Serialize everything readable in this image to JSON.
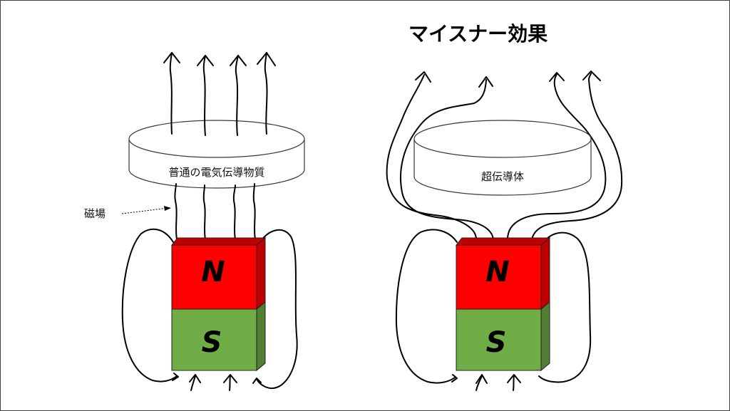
{
  "title": "マイスナー効果",
  "left": {
    "material_label": "普通の電気伝導物質",
    "field_label": "磁場",
    "magnet_north": "N",
    "magnet_south": "S"
  },
  "right": {
    "material_label": "超伝導体",
    "magnet_north": "N",
    "magnet_south": "S"
  },
  "colors": {
    "north_front": "#ff0000",
    "north_side": "#c00000",
    "south_front": "#70ad47",
    "south_side": "#507e32",
    "border": "#404040"
  }
}
